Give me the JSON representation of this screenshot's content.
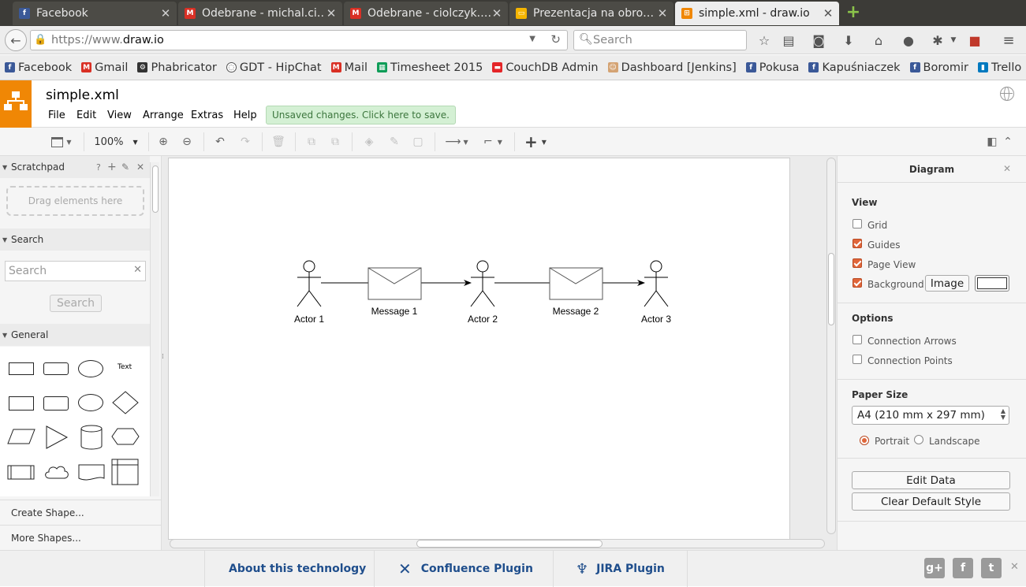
{
  "browser": {
    "tabs": [
      {
        "title": "Facebook",
        "icon": "facebook-icon",
        "color": "#3b5998"
      },
      {
        "title": "Odebrane - michal.ci…",
        "icon": "gmail-icon",
        "color": "#d93025"
      },
      {
        "title": "Odebrane - ciolczyk.…",
        "icon": "gmail-icon",
        "color": "#d93025"
      },
      {
        "title": "Prezentacja na obro…",
        "icon": "slides-icon",
        "color": "#f4b400"
      },
      {
        "title": "simple.xml - draw.io",
        "icon": "drawio-icon",
        "color": "#f08705"
      }
    ],
    "url": "https://www.draw.io",
    "url_host": "draw.io",
    "url_prefix": "https://www.",
    "search_placeholder": "Search",
    "bookmarks": [
      {
        "label": "Facebook",
        "icon": "facebook-icon"
      },
      {
        "label": "Gmail",
        "icon": "gmail-icon"
      },
      {
        "label": "Phabricator",
        "icon": "phabricator-icon"
      },
      {
        "label": "GDT - HipChat",
        "icon": "hipchat-icon"
      },
      {
        "label": "Mail",
        "icon": "gmail-icon"
      },
      {
        "label": "Timesheet 2015",
        "icon": "sheets-icon"
      },
      {
        "label": "CouchDB Admin",
        "icon": "couchdb-icon"
      },
      {
        "label": "Dashboard [Jenkins]",
        "icon": "jenkins-icon"
      },
      {
        "label": "Pokusa",
        "icon": "facebook-icon"
      },
      {
        "label": "Kapuśniaczek",
        "icon": "facebook-icon"
      },
      {
        "label": "Boromir",
        "icon": "facebook-icon"
      },
      {
        "label": "Trello",
        "icon": "trello-icon"
      }
    ]
  },
  "app": {
    "filename": "simple.xml",
    "menu": [
      "File",
      "Edit",
      "View",
      "Arrange",
      "Extras",
      "Help"
    ],
    "unsaved_notice": "Unsaved changes. Click here to save.",
    "accent": "#f08705"
  },
  "toolbar": {
    "zoom": "100%"
  },
  "sidebar": {
    "scratchpad_title": "Scratchpad",
    "scratchpad_hint": "Drag elements here",
    "search_title": "Search",
    "search_placeholder": "Search",
    "search_button": "Search",
    "general_title": "General",
    "text_shape_label": "Text",
    "create_shape": "Create Shape...",
    "more_shapes": "More Shapes..."
  },
  "diagram": {
    "actors": [
      "Actor 1",
      "Actor 2",
      "Actor 3"
    ],
    "messages": [
      "Message 1",
      "Message 2"
    ]
  },
  "format_panel": {
    "title": "Diagram",
    "view_heading": "View",
    "grid": {
      "label": "Grid",
      "checked": false
    },
    "guides": {
      "label": "Guides",
      "checked": true
    },
    "page_view": {
      "label": "Page View",
      "checked": true
    },
    "background": {
      "label": "Background",
      "checked": true
    },
    "image_button": "Image",
    "options_heading": "Options",
    "connection_arrows": {
      "label": "Connection Arrows",
      "checked": false
    },
    "connection_points": {
      "label": "Connection Points",
      "checked": false
    },
    "paper_heading": "Paper Size",
    "paper_size": "A4 (210 mm x 297 mm)",
    "portrait": "Portrait",
    "landscape": "Landscape",
    "orientation": "Portrait",
    "edit_data": "Edit Data",
    "clear_style": "Clear Default Style"
  },
  "footer": {
    "about": "About this technology",
    "confluence": "Confluence Plugin",
    "jira": "JIRA Plugin"
  }
}
